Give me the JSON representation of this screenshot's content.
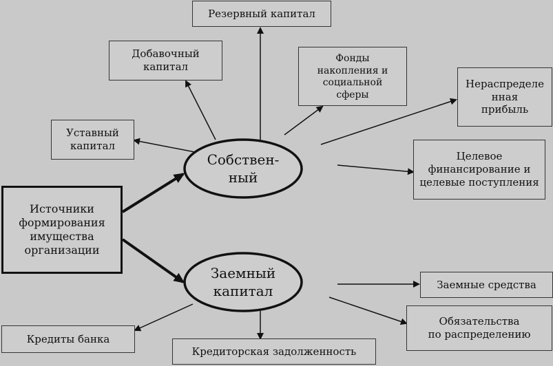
{
  "diagram": {
    "central": {
      "sources": "Источники\nформирования\nимущества\nорганизации"
    },
    "ellipses": {
      "own": "Собствен-\nный",
      "borrowed": "Заемный\nкапитал"
    },
    "own_children": {
      "reserve": "Резервный капитал",
      "additional": "Добавочный\nкапитал",
      "funds": "Фонды\nнакопления и\nсоциальной\nсферы",
      "retained": "Нераспределе\nнная\nприбыль",
      "authorized": "Уставный\nкапитал",
      "targeted": "Целевое\nфинансирование и\nцелевые поступления"
    },
    "borrowed_children": {
      "loans": "Заемные средства",
      "obligations": "Обязательства\nпо распределению",
      "bank_credits": "Кредиты банка",
      "payables": "Кредиторская задолженность"
    }
  }
}
